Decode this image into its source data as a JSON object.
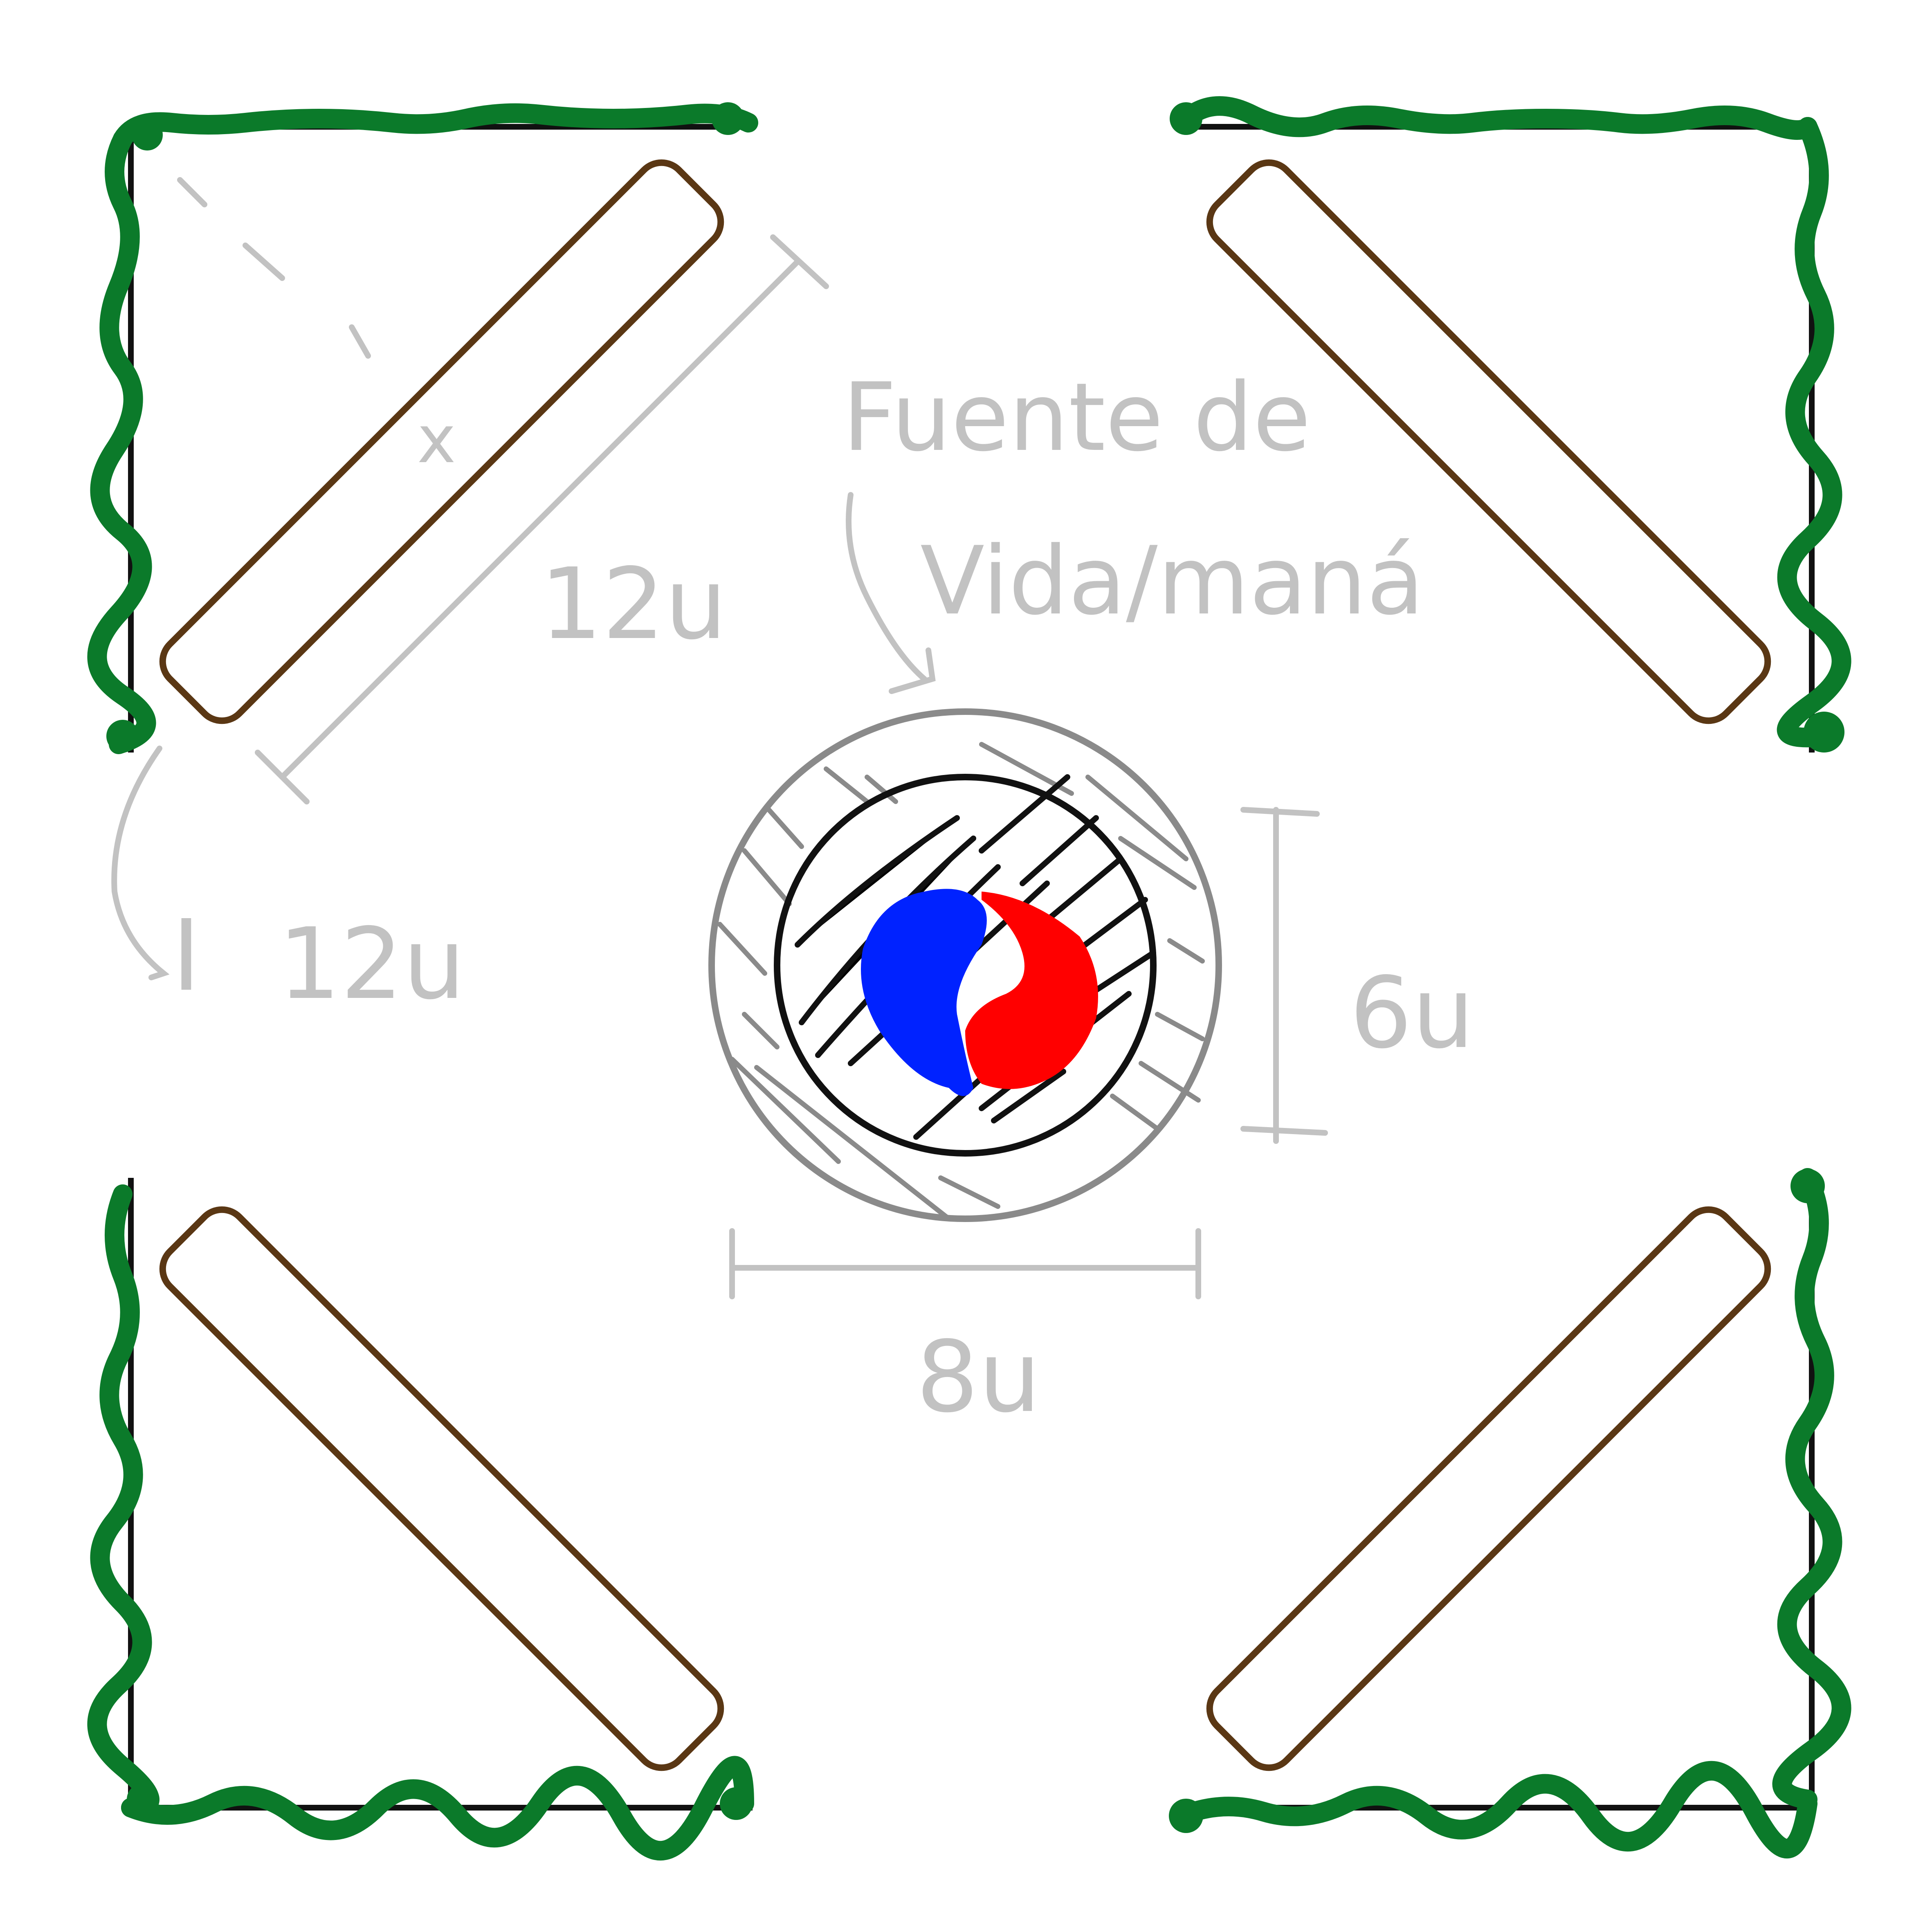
{
  "diagram": {
    "labels": {
      "bench_length": "12u",
      "bench_length_alt": "12u",
      "bench_short_mark": "I",
      "fountain_title_line1": "Fuente de",
      "fountain_title_line2": "Vida/maná",
      "fountain_inner_diameter": "6u",
      "fountain_outer_diameter": "8u",
      "bench_mark": "x"
    },
    "colors": {
      "hedge": "#0b7a2a",
      "bench_outline": "#5a3714",
      "annotation": "#c2c2c2",
      "fountain_outer_ring": "#8a8a8a",
      "fountain_inner_ring": "#111111",
      "fountain_blue": "#0022ff",
      "fountain_red": "#ff0000"
    },
    "elements": {
      "benches": [
        "top-left-bench",
        "top-right-bench",
        "bottom-left-bench",
        "bottom-right-bench"
      ],
      "corners": [
        "top-left-hedge",
        "top-right-hedge",
        "bottom-left-hedge",
        "bottom-right-hedge"
      ],
      "center": "fountain"
    }
  }
}
